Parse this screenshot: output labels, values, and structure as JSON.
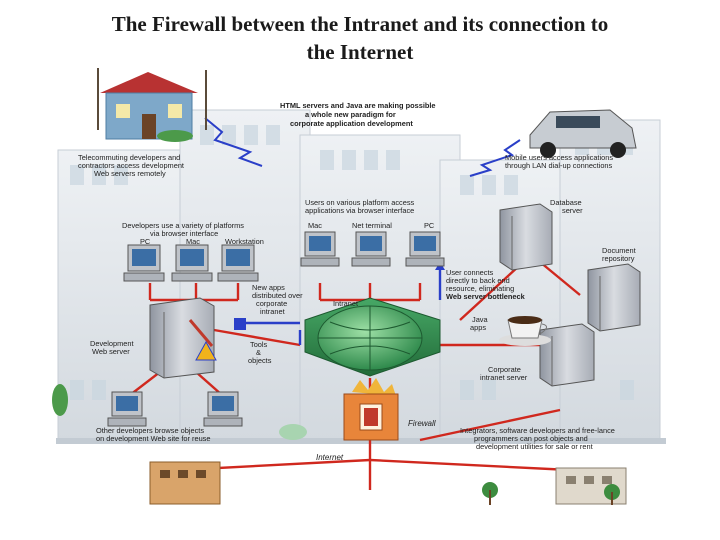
{
  "title": {
    "line1": "The Firewall between the Intranet and its connection to",
    "line2": "the Internet"
  },
  "labels": {
    "html_servers": [
      "HTML servers and Java are making possible",
      "a whole new paradigm for",
      "corporate application development"
    ],
    "telecommuting": [
      "Telecommuting developers and",
      "contractors access development",
      "Web servers remotely"
    ],
    "mobile_users": [
      "Mobile users access applications",
      "through LAN dial-up connections"
    ],
    "developers_platforms": [
      "Developers use a variety of platforms",
      "via browser interface"
    ],
    "pc_left": "PC",
    "mac_left": "Mac",
    "workstation": "Workstation",
    "users_platforms": [
      "Users on various platform access",
      "applications via browser interface"
    ],
    "mac_mid": "Mac",
    "net_terminal": "Net terminal",
    "pc_mid": "PC",
    "database_server": [
      "Database",
      "server"
    ],
    "document_repository": [
      "Document",
      "repository"
    ],
    "user_connects": [
      "User connects",
      "directly to back end",
      "resource, eliminating",
      "Web server bottleneck"
    ],
    "new_apps": [
      "New apps",
      "distributed over",
      "corporate",
      "intranet"
    ],
    "intranet": "Intranet",
    "java": [
      "Java",
      "apps"
    ],
    "development_web_server": [
      "Development",
      "Web server"
    ],
    "tools_objects": [
      "Tools",
      "&",
      "objects"
    ],
    "corporate_intranet_server": [
      "Corporate",
      "intranet server"
    ],
    "firewall": "Firewall",
    "internet": "Internet",
    "other_developers": [
      "Other developers browse objects",
      "on development Web site for reuse"
    ],
    "integrators": [
      "Integrators, software developers and free-lance",
      "programmers can post objects and",
      "development utilities for sale or rent"
    ]
  },
  "colors": {
    "link_red": "#d0281e",
    "link_blue": "#2a3fc8",
    "intranet_green": "#2f8a4c",
    "firewall_orange": "#e8853a",
    "building": "#dfe4e9",
    "server_gray": "#b8bcc4"
  }
}
